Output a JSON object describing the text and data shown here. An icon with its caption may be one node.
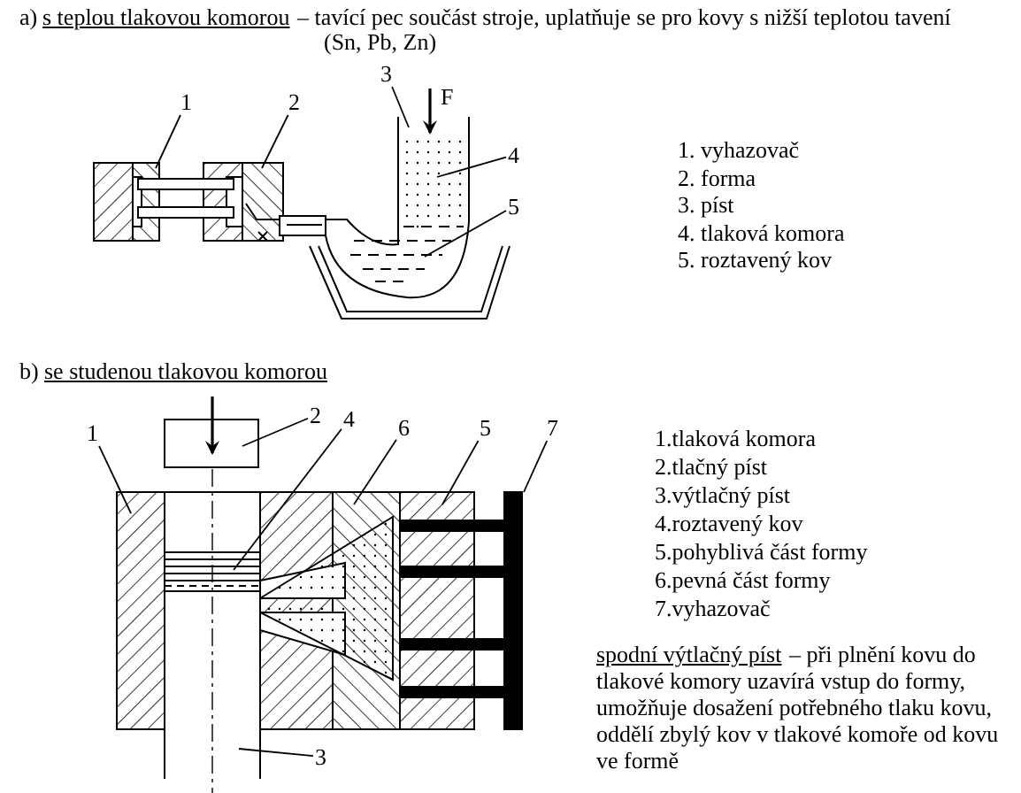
{
  "diagram": {
    "nodes": [
      {
        "text": [
          "1"
        ]
      },
      {
        "text": [
          "2"
        ]
      },
      {
        "text": [
          "3"
        ]
      },
      {
        "text": [
          "4"
        ]
      },
      {
        "text": [
          "5"
        ]
      },
      {
        "text": [
          "1"
        ]
      },
      {
        "text": [
          "2"
        ]
      },
      {
        "text": [
          "4"
        ]
      },
      {
        "text": [
          "6"
        ]
      },
      {
        "text": [
          "5"
        ]
      },
      {
        "text": [
          "7"
        ]
      },
      {
        "text": [
          "3"
        ]
      }
    ],
    "edges": [
      {
        "from": 0,
        "to": null,
        "arrow": "none"
      },
      {
        "from": 1,
        "to": null,
        "arrow": "none"
      },
      {
        "from": 2,
        "to": null,
        "arrow": "none"
      },
      {
        "from": 3,
        "to": null,
        "arrow": "none"
      },
      {
        "from": 4,
        "to": null,
        "arrow": "none"
      },
      {
        "from": 5,
        "to": null,
        "arrow": "none"
      },
      {
        "from": 6,
        "to": null,
        "arrow": "none"
      },
      {
        "from": 7,
        "to": null,
        "arrow": "none"
      },
      {
        "from": 8,
        "to": null,
        "arrow": "none"
      },
      {
        "from": 9,
        "to": null,
        "arrow": "none"
      },
      {
        "from": 10,
        "to": null,
        "arrow": "none"
      },
      {
        "from": 11,
        "to": null,
        "arrow": "none"
      }
    ],
    "labels": [
      "a)",
      "s teplou tlakovou komorou",
      "– tavící pec součást stroje, uplatňuje se pro kovy s nižší teplotou tavení",
      "(Sn, Pb, Zn)",
      "F",
      "1. vyhazovač",
      "2. forma",
      "3. píst",
      "4. tlaková komora",
      "5. roztavený kov",
      "b)",
      "se studenou tlakovou komorou",
      "1.tlaková komora",
      "2.tlačný píst",
      "3.výtlačný píst",
      "4.roztavený kov",
      "5.pohyblivá část formy",
      "6.pevná část formy",
      "7.vyhazovač",
      "spodní výtlačný píst",
      "– při plnění kovu do tlakové komory uzavírá vstup do formy, umožňuje dosažení potřebného tlaku kovu, oddělí zbylý kov v tlakové komoře od kovu ve formě"
    ]
  }
}
